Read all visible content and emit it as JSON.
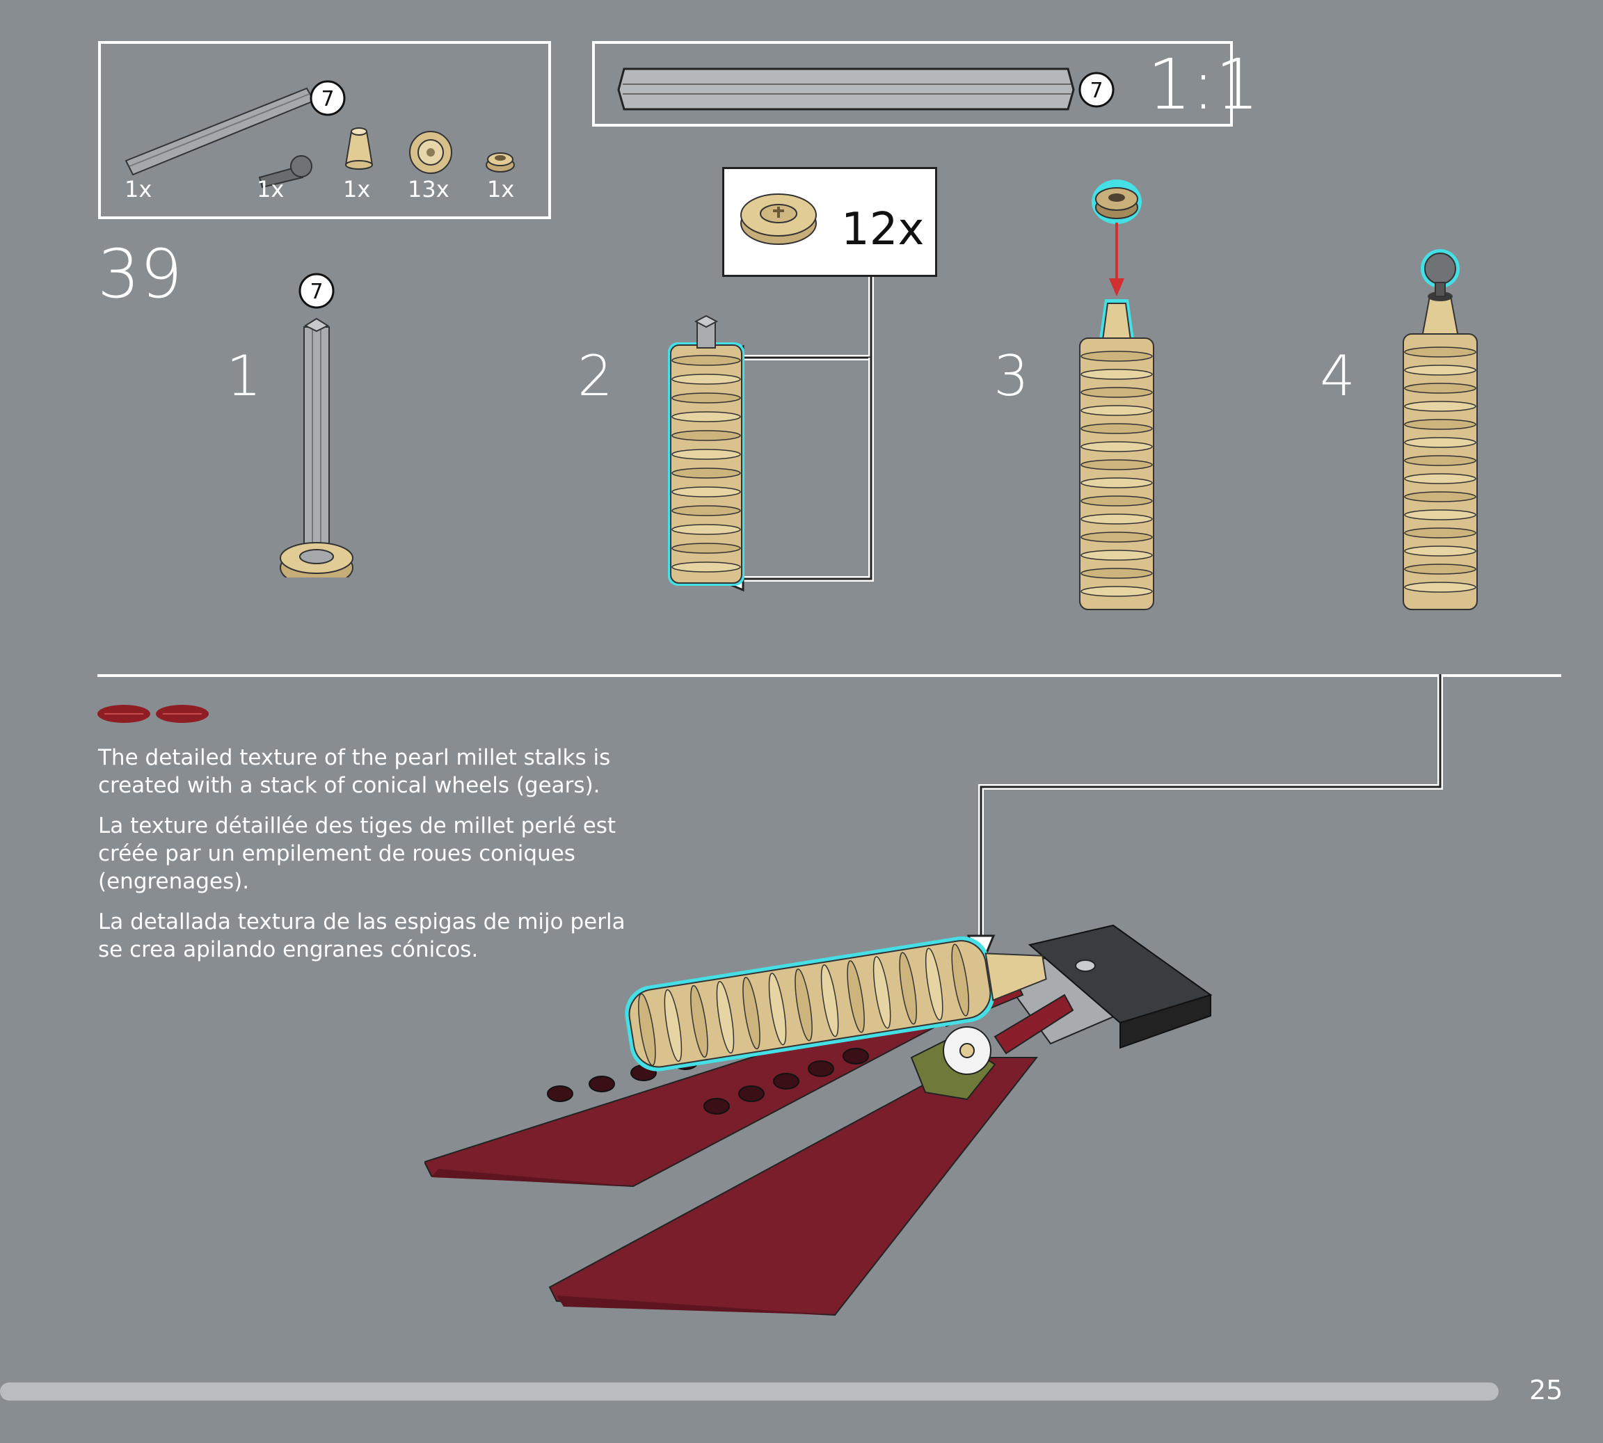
{
  "parts_list": {
    "submodel_badge": "7",
    "items": [
      {
        "name": "axle-icon",
        "qty": "1x"
      },
      {
        "name": "ball-pin-icon",
        "qty": "1x"
      },
      {
        "name": "cone-icon",
        "qty": "1x"
      },
      {
        "name": "gear-icon",
        "qty": "13x"
      },
      {
        "name": "round-plate-icon",
        "qty": "1x"
      }
    ]
  },
  "scale_box": {
    "badge": "7",
    "ratio": "1:1"
  },
  "step": {
    "number": "39",
    "substeps": [
      {
        "label": "1",
        "badge": "7"
      },
      {
        "label": "2"
      },
      {
        "label": "3"
      },
      {
        "label": "4"
      }
    ],
    "callout_qty": "12x"
  },
  "info_text": [
    "The detailed texture of the pearl millet stalks is created with a stack of conical wheels (gears).",
    "La texture détaillée des tiges de millet perlé est créée par un empilement de roues coniques (engrenages).",
    "La detallada textura de las espigas de mijo perla se crea apilando engranes cónicos."
  ],
  "page_number": "25",
  "colors": {
    "background": "#878d91",
    "tan": "#e2cc96",
    "dark_red": "#7a1e2b",
    "highlight": "#45e0e6",
    "arrow_red": "#d23030",
    "grey_part": "#a0a4a7"
  }
}
